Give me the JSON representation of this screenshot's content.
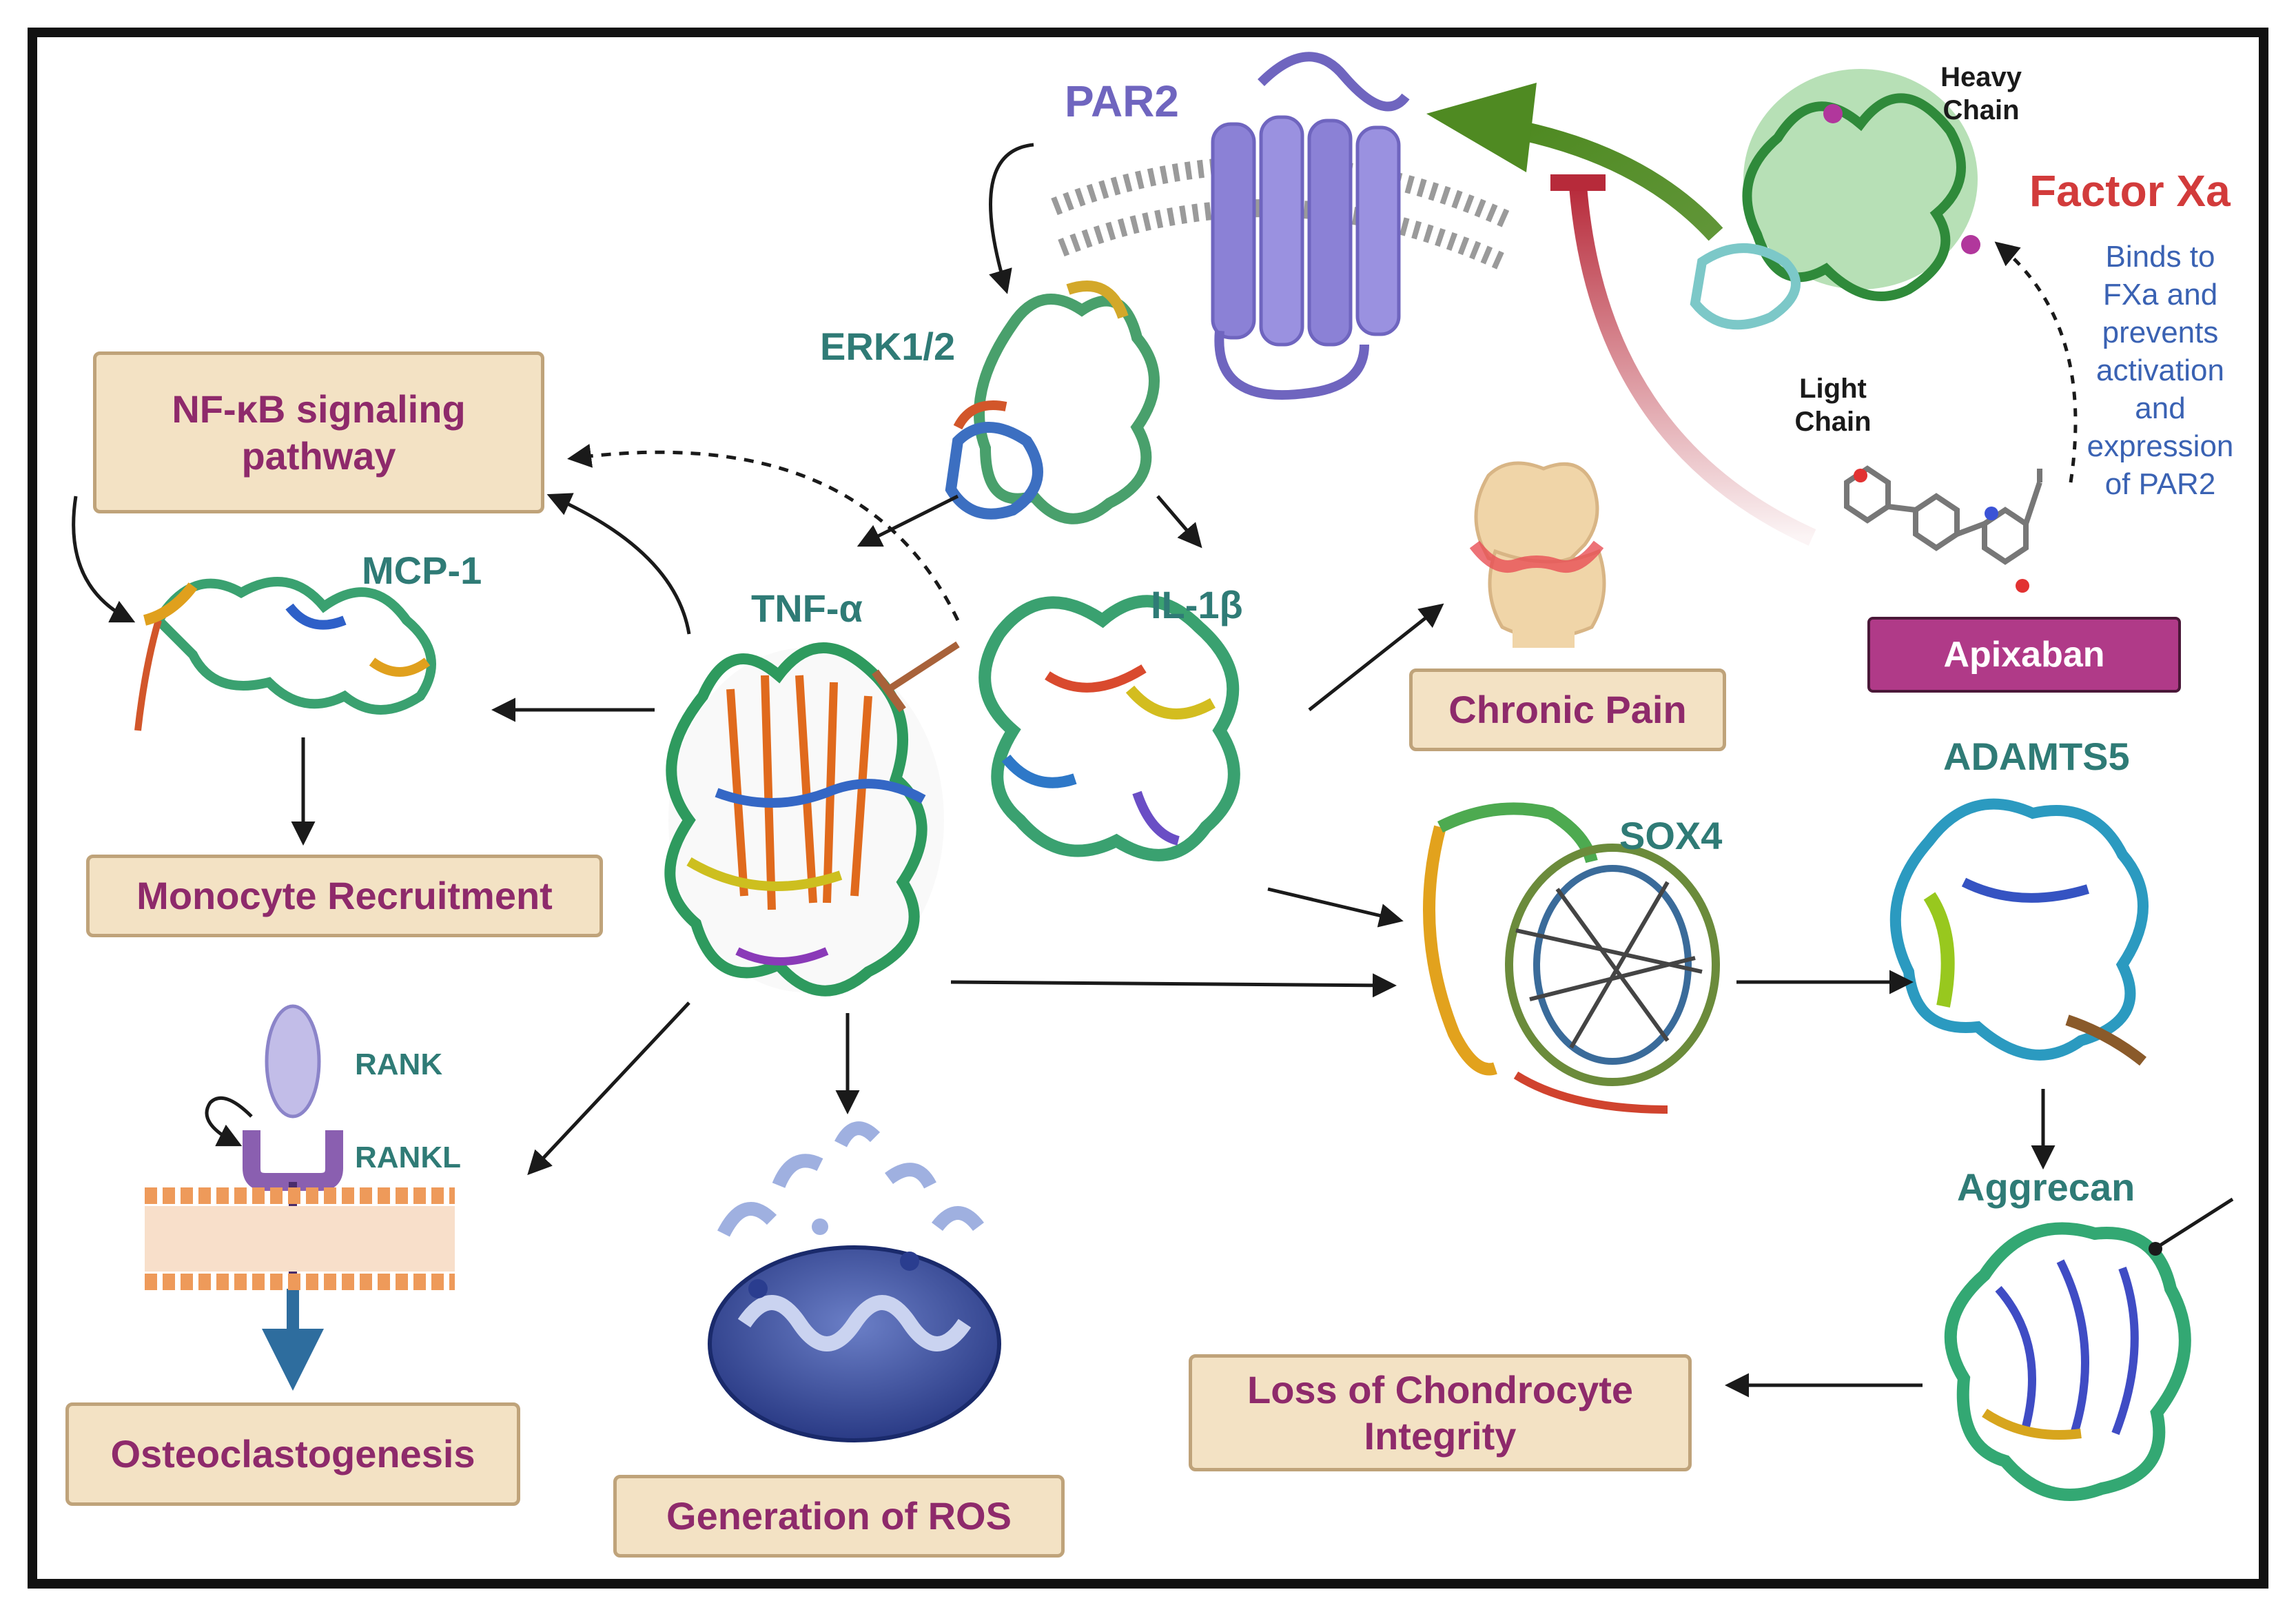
{
  "labels": {
    "par2": "PAR2",
    "heavy_chain": "Heavy Chain",
    "light_chain": "Light Chain",
    "factor_xa": "Factor Xa",
    "binds_note": "Binds to FXa and prevents activation and expression of PAR2",
    "apixaban": "Apixaban",
    "erk": "ERK1/2",
    "tnf": "TNF-α",
    "il1b": "IL-1β",
    "mcp1": "MCP-1",
    "sox4": "SOX4",
    "adamts5": "ADAMTS5",
    "aggrecan": "Aggrecan",
    "rank": "RANK",
    "rankl": "RANKL"
  },
  "boxes": {
    "nfkb": "NF-κB signaling pathway",
    "monocyte": "Monocyte Recruitment",
    "chronic_pain": "Chronic Pain",
    "osteoclast": "Osteoclastogenesis",
    "ros": "Generation of ROS",
    "chondrocyte": "Loss of Chondrocyte Integrity"
  },
  "colors": {
    "box_fill": "#f3e2c4",
    "box_text": "#8e2a6b",
    "teal": "#2f7b76",
    "factor_xa": "#d23b3b",
    "par2": "#6f65bf",
    "activation_arrow": "#4f8a22",
    "inhibition_arrow": "#b72a3a",
    "apixaban": "#b03a88"
  }
}
